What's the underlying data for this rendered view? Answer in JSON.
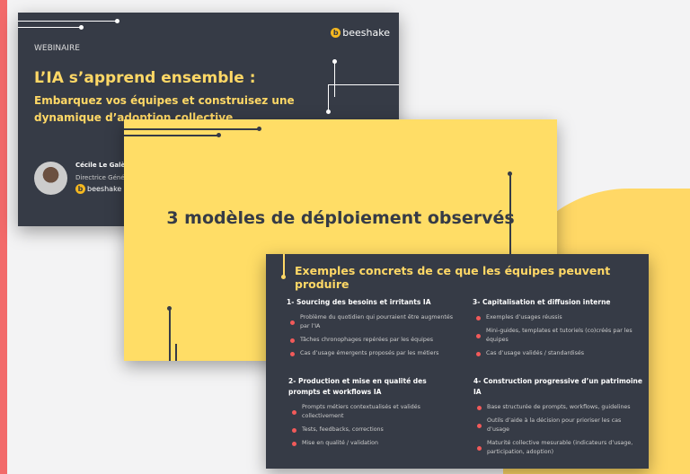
{
  "colors": {
    "accent_yellow": "#ffd866",
    "dark": "#363b46",
    "bullet_red": "#f25a5a"
  },
  "slide1": {
    "tag": "WEBINAIRE",
    "logo": "beeshake",
    "title": "L’IA s’apprend ensemble :",
    "subtitle": "Embarquez vos équipes et construisez une dynamique d’adoption collective",
    "speaker_name": "Cécile Le Galès",
    "speaker_role": "Directrice Géné",
    "speaker_company": "beeshake"
  },
  "slide2": {
    "title": "3 modèles de déploiement observés"
  },
  "slide3": {
    "title": "Exemples concrets de ce que les équipes peuvent produire",
    "sections": [
      {
        "heading": "1- Sourcing des besoins et irritants IA",
        "items": [
          "Problème du quotidien qui pourraient être augmentés par l’IA",
          "Tâches chronophages repérées par les équipes",
          "Cas d’usage émergents proposés par les métiers"
        ]
      },
      {
        "heading": "2- Production et mise en qualité des prompts et workflows IA",
        "items": [
          "Prompts métiers contextualisés et validés collectivement",
          "Tests, feedbacks, corrections",
          "Mise en qualité / validation"
        ]
      },
      {
        "heading": "3- Capitalisation et diffusion interne",
        "items": [
          "Exemples d’usages réussis",
          "Mini-guides, templates et tutoriels (co)créés par les équipes",
          "Cas d’usage validés / standardisés"
        ]
      },
      {
        "heading": "4- Construction progressive d’un patrimoine IA",
        "items": [
          "Base structurée de prompts, workflows, guidelines",
          "Outils d’aide à la décision pour prioriser les cas d’usage",
          "Maturité collective mesurable (indicateurs d’usage, participation, adoption)"
        ]
      }
    ]
  }
}
